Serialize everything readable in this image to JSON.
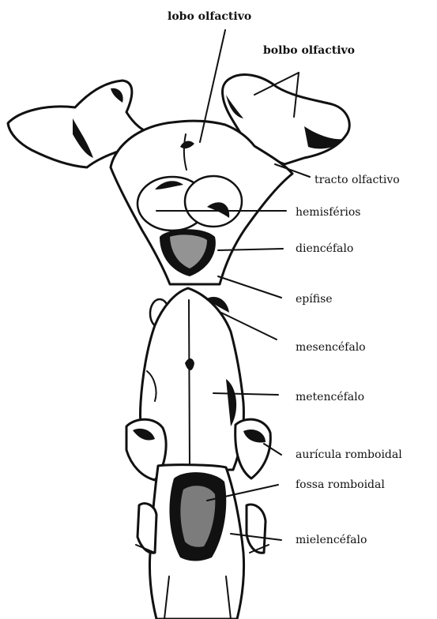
{
  "labels": {
    "lobo_olfactivo": "lobo olfactivo",
    "bolbo_olfactivo": "bolbo olfactivo",
    "tracto_olfactivo": "tracto olfactivo",
    "hemisferios": "hemisférios",
    "diencefalo": "diencéfalo",
    "epifise": "epífise",
    "mesencefalo": "mesencéfalo",
    "metencefalo": "metencéfalo",
    "auricula_romboidal": "aurícula romboidal",
    "fossa_romboidal": "fossa romboidal",
    "mielencefalo": "mielencéfalo"
  },
  "colors": {
    "ink": "#111111",
    "paper": "#ffffff"
  }
}
